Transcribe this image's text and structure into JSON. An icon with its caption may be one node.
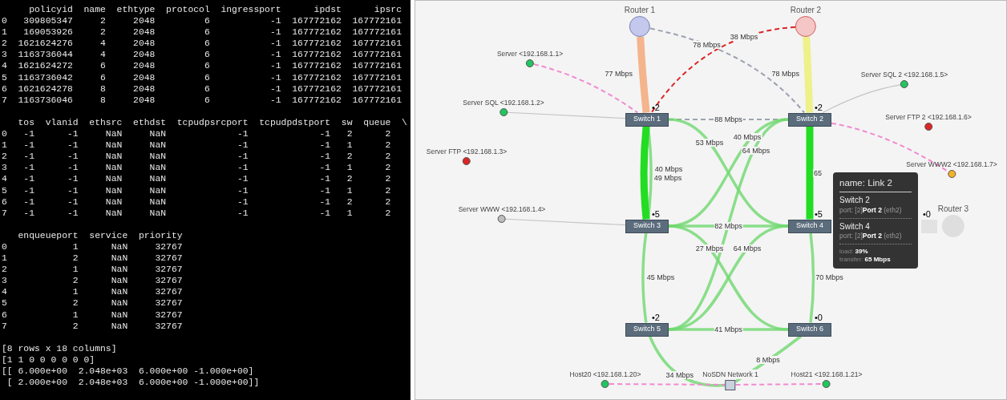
{
  "diagram": {
    "nodes": [
      {
        "text": [
          "Router 1"
        ]
      },
      {
        "text": [
          "Router 2"
        ]
      },
      {
        "text": [
          "Router 3"
        ]
      },
      {
        "text": [
          "Switch 1"
        ],
        "beside": [
          "•2"
        ]
      },
      {
        "text": [
          "Switch 2"
        ],
        "beside": [
          "•2"
        ]
      },
      {
        "text": [
          "Switch 3"
        ],
        "beside": [
          "•5"
        ]
      },
      {
        "text": [
          "Switch 4"
        ],
        "beside": [
          "•5"
        ]
      },
      {
        "text": [
          "Switch 5"
        ],
        "beside": [
          "•2"
        ]
      },
      {
        "text": [
          "Switch 6"
        ],
        "beside": [
          "•0"
        ]
      },
      {
        "text": [
          "Server <192.168.1.1>"
        ]
      },
      {
        "text": [
          "Server SQL <192.168.1.2>"
        ]
      },
      {
        "text": [
          "Server FTP <192.168.1.3>"
        ]
      },
      {
        "text": [
          "Server WWW <192.168.1.4>"
        ]
      },
      {
        "text": [
          "Server SQL 2 <192.168.1.5>"
        ]
      },
      {
        "text": [
          "Server FTP 2 <192.168.1.6>"
        ]
      },
      {
        "text": [
          "Server WWW2 <192.168.1.7>"
        ]
      },
      {
        "text": [
          "NoSDN Network 1"
        ]
      },
      {
        "text": [
          "Host20 <192.168.1.20>"
        ]
      },
      {
        "text": [
          "Host21 <192.168.1.21>"
        ]
      },
      {
        "text": [
          "name: Link 2",
          "Switch 2",
          "port: [2]**Port 2** (eth2)",
          "Switch 4",
          "port: [2]**Port 2** (eth2)",
          "load: **39%**",
          "transfer: **65 Mbps**"
        ]
      },
      {
        "text": [],
        "shape": "box",
        "beside": [
          "•0"
        ]
      }
    ],
    "edges": [
      {
        "from": 0,
        "to": 3,
        "arrow": "none",
        "label": "77 Mbps",
        "style": "thick",
        "color": "#f4b48c"
      },
      {
        "from": 0,
        "to": 4,
        "arrow": "none",
        "label": "78 Mbps",
        "style": "dashed",
        "color": "#9ca3af"
      },
      {
        "from": 1,
        "to": 3,
        "arrow": "none",
        "label": "38 Mbps",
        "style": "dashed",
        "color": "#dc2626"
      },
      {
        "from": 1,
        "to": 4,
        "arrow": "none",
        "label": "78 Mbps",
        "style": "thick",
        "color": "#eef08a"
      },
      {
        "from": 3,
        "to": 4,
        "arrow": "none",
        "label": "88 Mbps",
        "style": "dashed",
        "color": "#9ca3af"
      },
      {
        "from": 3,
        "to": 5,
        "arrow": "none",
        "label": "40 Mbps"
      },
      {
        "from": 3,
        "to": 5,
        "arrow": "none",
        "label": "49 Mbps",
        "style": "thick",
        "color": "#22dd22"
      },
      {
        "from": 3,
        "to": 6,
        "arrow": "none",
        "label": "53 Mbps"
      },
      {
        "from": 4,
        "to": 5,
        "arrow": "none",
        "label": "40 Mbps"
      },
      {
        "from": 4,
        "to": 7,
        "arrow": "none",
        "label": "64 Mbps"
      },
      {
        "from": 4,
        "to": 6,
        "arrow": "none",
        "label": "65",
        "style": "thick",
        "color": "#22dd22"
      },
      {
        "from": 5,
        "to": 6,
        "arrow": "none",
        "label": "82 Mbps"
      },
      {
        "from": 5,
        "to": 7,
        "arrow": "none",
        "label": "45 Mbps"
      },
      {
        "from": 5,
        "to": 8,
        "arrow": "none",
        "label": "27 Mbps"
      },
      {
        "from": 6,
        "to": 7,
        "arrow": "none",
        "label": "64 Mbps"
      },
      {
        "from": 6,
        "to": 8,
        "arrow": "none",
        "label": "70 Mbps"
      },
      {
        "from": 7,
        "to": 8,
        "arrow": "none",
        "label": "41 Mbps"
      },
      {
        "from": 7,
        "to": 16,
        "arrow": "none",
        "label": "34 Mbps"
      },
      {
        "from": 8,
        "to": 16,
        "arrow": "none",
        "label": "8 Mbps"
      },
      {
        "from": 9,
        "to": 3,
        "arrow": "none",
        "style": "dashed",
        "color": "#f08ad0"
      },
      {
        "from": 10,
        "to": 3,
        "arrow": "none",
        "color": "#c4c4c4"
      },
      {
        "from": 12,
        "to": 5,
        "arrow": "none",
        "color": "#c4c4c4"
      },
      {
        "from": 13,
        "to": 4,
        "arrow": "none",
        "color": "#c4c4c4"
      },
      {
        "from": 4,
        "to": 15,
        "arrow": "none",
        "style": "dashed",
        "color": "#f08ad0"
      },
      {
        "from": 17,
        "to": 16,
        "arrow": "none",
        "style": "dashed",
        "color": "#f08ad0"
      },
      {
        "from": 16,
        "to": 18,
        "arrow": "none",
        "style": "dashed",
        "color": "#f08ad0"
      }
    ],
    "labels": [
      "     policyid  name  ethtype  protocol  ingressport      ipdst      ipsrc",
      "0   309805347     2     2048         6           -1  167772162  167772161",
      "1   169053926     2     2048         6           -1  167772162  167772161",
      "2  1621624276     4     2048         6           -1  167772162  167772161",
      "3  1163736044     4     2048         6           -1  167772162  167772161",
      "4  1621624272     6     2048         6           -1  167772162  167772161",
      "5  1163736042     6     2048         6           -1  167772162  167772161",
      "6  1621624278     8     2048         6           -1  167772162  167772161",
      "7  1163736046     8     2048         6           -1  167772162  167772161",
      "   tos  vlanid  ethsrc  ethdst  tcpudpsrcport  tcpudpdstport  sw  queue  \\",
      "0   -1      -1     NaN     NaN             -1             -1   2      2",
      "1   -1      -1     NaN     NaN             -1             -1   1      2",
      "2   -1      -1     NaN     NaN             -1             -1   2      2",
      "3   -1      -1     NaN     NaN             -1             -1   1      2",
      "4   -1      -1     NaN     NaN             -1             -1   2      2",
      "5   -1      -1     NaN     NaN             -1             -1   1      2",
      "6   -1      -1     NaN     NaN             -1             -1   2      2",
      "7   -1      -1     NaN     NaN             -1             -1   1      2",
      "   enqueueport  service  priority",
      "0            1      NaN     32767",
      "1            2      NaN     32767",
      "2            1      NaN     32767",
      "3            2      NaN     32767",
      "4            1      NaN     32767",
      "5            2      NaN     32767",
      "6            1      NaN     32767",
      "7            2      NaN     32767",
      "[8 rows x 18 columns]",
      "[1 1 0 0 0 0 0 0]",
      "[[ 6.000e+00  2.048e+03  6.000e+00 -1.000e+00]",
      " [ 2.000e+00  2.048e+03  6.000e+00 -1.000e+00]]"
    ]
  }
}
